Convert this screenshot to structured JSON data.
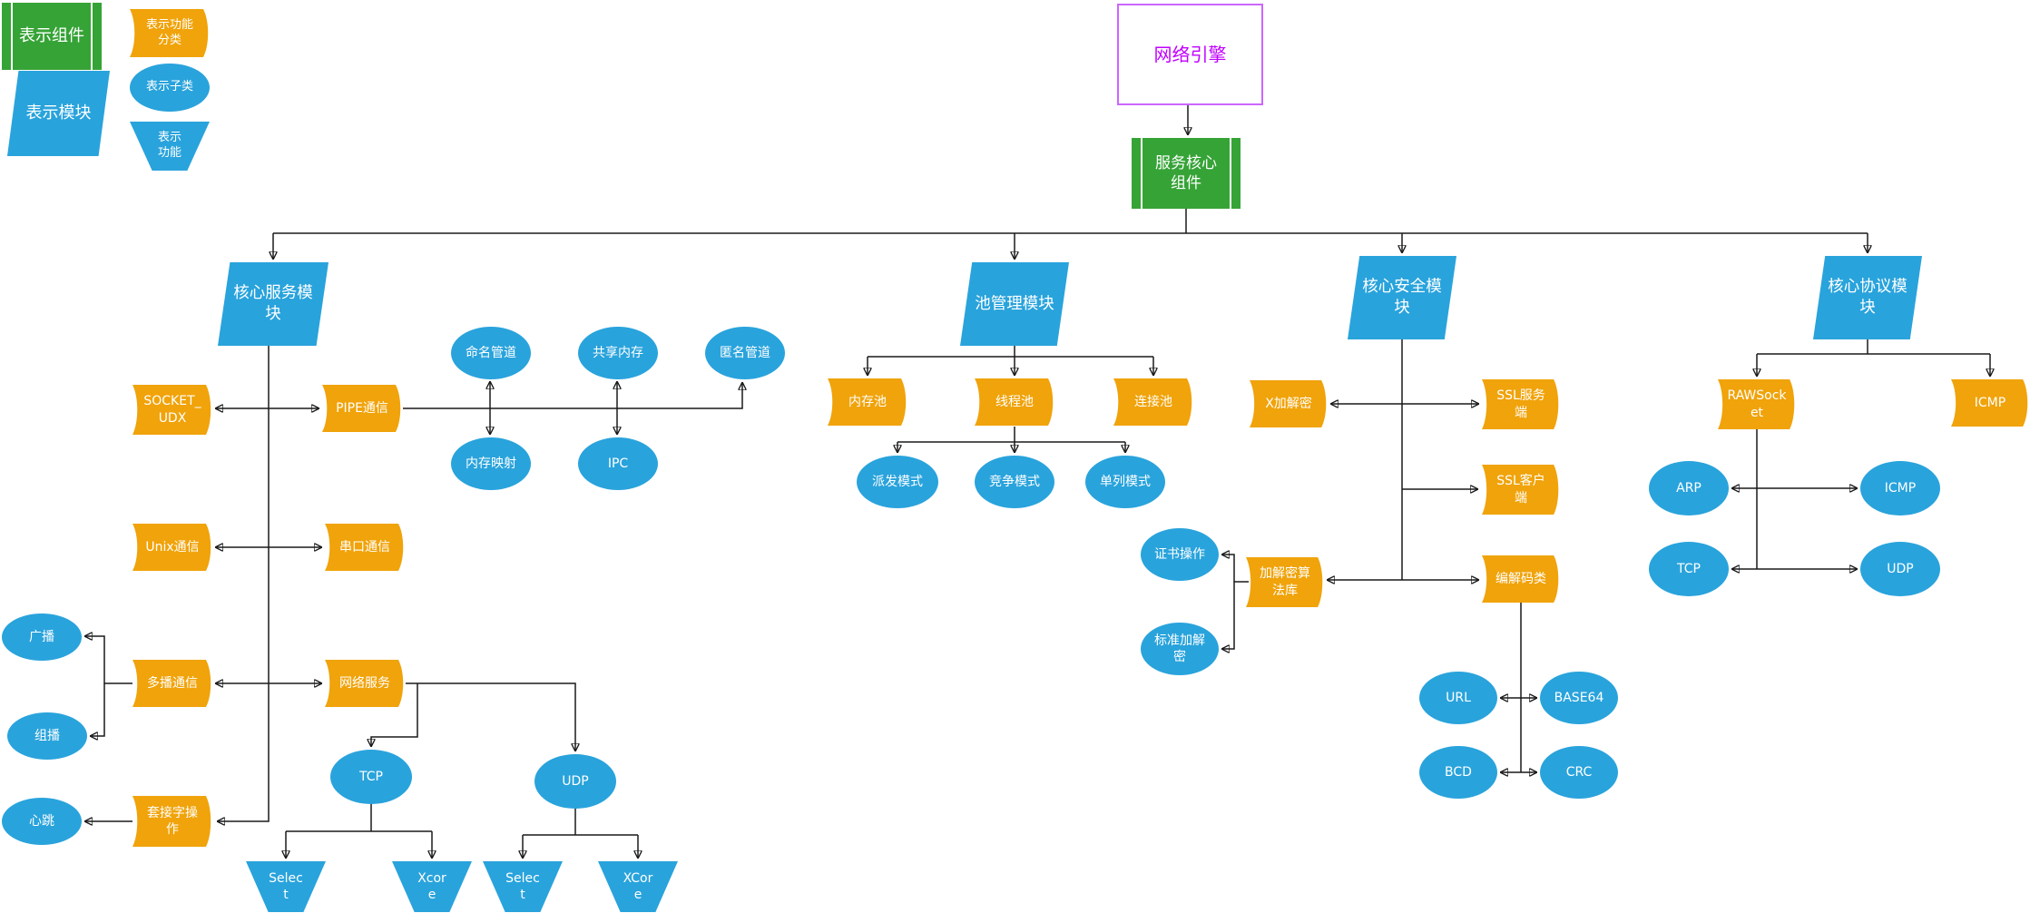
{
  "colors": {
    "module_blue": "#29a3dc",
    "category_orange": "#f0a30a",
    "component_green": "#36a336",
    "root_border": "#cc66ff",
    "root_text": "#bf00ff",
    "edge_black": "#1a1a1a",
    "shape_text": "#ffffff"
  },
  "legend": {
    "component": "表示组件",
    "module": "表示模块",
    "category": "表示功能分类",
    "subclass": "表示子类",
    "function": "表示功能"
  },
  "root": {
    "label": "网络引擎"
  },
  "core": {
    "label": "服务核心组件"
  },
  "modules": {
    "service": "核心服务模块",
    "pool": "池管理模块",
    "security": "核心安全模块",
    "protocol": "核心协议模块"
  },
  "service": {
    "socket_udx": "SOCKET_UDX",
    "pipe": "PIPE通信",
    "named_pipe": "命名管道",
    "shared_memory": "共享内存",
    "anonymous_pipe": "匿名管道",
    "memory_map": "内存映射",
    "ipc": "IPC",
    "unix": "Unix通信",
    "serial": "串口通信",
    "multicast": "多播通信",
    "network_service": "网络服务",
    "broadcast": "广播",
    "group_cast": "组播",
    "heartbeat": "心跳",
    "socket_ops": "套接字操作",
    "tcp": "TCP",
    "udp": "UDP",
    "tcp_select": "Select",
    "tcp_xcore": "Xcore",
    "udp_select": "Select",
    "udp_xcore": "XCore"
  },
  "pool": {
    "memory_pool": "内存池",
    "thread_pool": "线程池",
    "connection_pool": "连接池",
    "dispatch_mode": "派发模式",
    "compete_mode": "竞争模式",
    "single_mode": "单列模式"
  },
  "security": {
    "x_crypto": "X加解密",
    "ssl_server": "SSL服务端",
    "ssl_client": "SSL客户端",
    "cert_ops": "证书操作",
    "crypto_lib": "加解密算法库",
    "std_crypto": "标准加解密",
    "codec": "编解码类",
    "url": "URL",
    "base64": "BASE64",
    "bcd": "BCD",
    "crc": "CRC"
  },
  "protocol": {
    "rawsocket": "RAWSocket",
    "icmp": "ICMP",
    "arp": "ARP",
    "icmp_sub": "ICMP",
    "tcp": "TCP",
    "udp": "UDP"
  }
}
